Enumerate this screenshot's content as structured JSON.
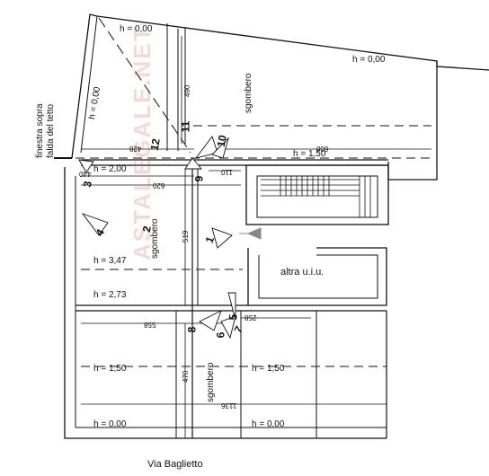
{
  "heights": {
    "h_top_left": "h = 0,00",
    "h_top_right": "h = 0,00",
    "h_roof_diag": "h = 0,00",
    "h_150_upper": "h = 1,50",
    "h_200": "h = 2,00",
    "h_347": "h = 3,47",
    "h_273": "h = 2,73",
    "h_150_left": "h = 1,50",
    "h_150_right": "h = 1,50",
    "h_000_bl": "h = 0,00",
    "h_000_br": "h = 0,00"
  },
  "rooms": {
    "sgombero_top": "sgombero",
    "sgombero_mid": "sgombero",
    "sgombero_bottom": "sgombero",
    "altra_uiu": "altra u.i.u."
  },
  "labels": {
    "finestra_line1": "finestra sopra",
    "finestra_line2": "falda del tetto",
    "street": "Via Baglietto"
  },
  "dimensions": {
    "d490": "490",
    "d428": "428",
    "d608": "608",
    "d440": "440",
    "d620": "620",
    "d110": "110",
    "d519": "519",
    "d558": "558",
    "d258": "258",
    "d470": "470",
    "d1136": "1136"
  },
  "photo_markers": [
    "1",
    "2",
    "3",
    "4",
    "5",
    "6",
    "7",
    "8",
    "9",
    "10",
    "11",
    "12"
  ],
  "watermark": "ASTALEGALE.NET"
}
